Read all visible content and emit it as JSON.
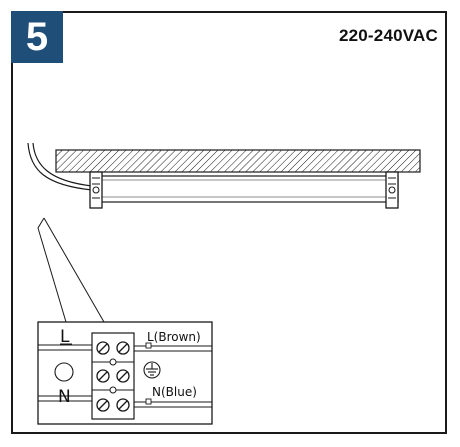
{
  "step": {
    "number": "5"
  },
  "supply": {
    "voltage": "220-240VAC"
  },
  "terminal_block": {
    "live_marker": "L",
    "neutral_marker": "N",
    "live_wire": "L(Brown)",
    "neutral_wire": "N(Blue)"
  },
  "icons": {
    "earth": "earth-ground-icon"
  },
  "colors": {
    "badge_background": "#1f4e79",
    "line": "#1a1a1a"
  }
}
